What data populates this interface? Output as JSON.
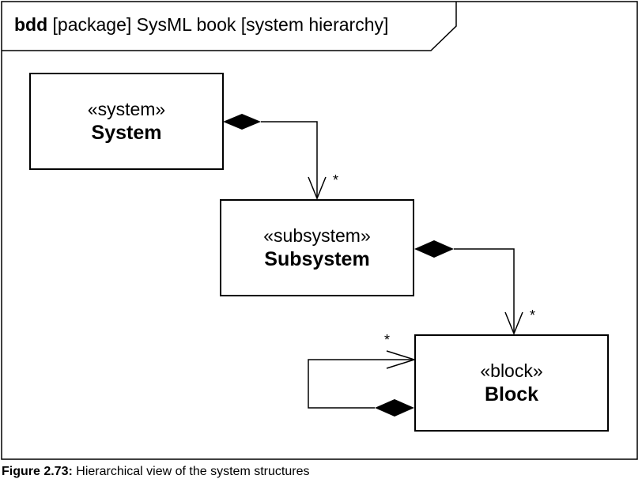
{
  "frame": {
    "keyword": "bdd",
    "title": "[package] SysML book [system hierarchy]"
  },
  "blocks": [
    {
      "stereotype": "«system»",
      "name": "System"
    },
    {
      "stereotype": "«subsystem»",
      "name": "Subsystem"
    },
    {
      "stereotype": "«block»",
      "name": "Block"
    }
  ],
  "associations": [
    {
      "type": "composition",
      "from": "System",
      "to": "Subsystem",
      "multiplicity": "*"
    },
    {
      "type": "composition",
      "from": "Subsystem",
      "to": "Block",
      "multiplicity": "*"
    },
    {
      "type": "composition",
      "from": "Block",
      "to": "Block",
      "multiplicity": "*"
    }
  ],
  "caption": {
    "label": "Figure 2.73:",
    "text": "Hierarchical view of the system structures"
  }
}
